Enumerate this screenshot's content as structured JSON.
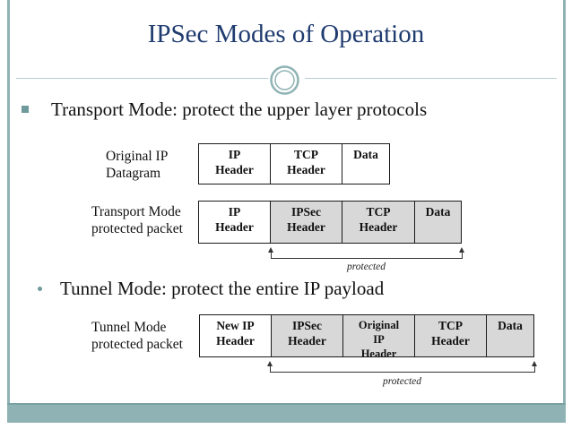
{
  "title": "IPSec Modes of Operation",
  "bullets": {
    "transport": "Transport Mode: protect the upper layer protocols",
    "tunnel": "Tunnel Mode: protect the entire IP payload"
  },
  "original": {
    "label": "Original IP\nDatagram",
    "fields": [
      "IP\nHeader",
      "TCP\nHeader",
      "Data"
    ]
  },
  "transport": {
    "label": "Transport Mode\nprotected packet",
    "fields": [
      "IP\nHeader",
      "IPSec\nHeader",
      "TCP\nHeader",
      "Data"
    ],
    "protected_label": "protected"
  },
  "tunnel": {
    "label": "Tunnel Mode\nprotected packet",
    "fields": [
      "New IP\nHeader",
      "IPSec\nHeader",
      "Original\nIP\nHeader",
      "TCP\nHeader",
      "Data"
    ],
    "protected_label": "protected"
  },
  "colors": {
    "title": "#1f3b6f",
    "accent": "#8fb3b4",
    "shaded_field": "#d8d8d8"
  }
}
